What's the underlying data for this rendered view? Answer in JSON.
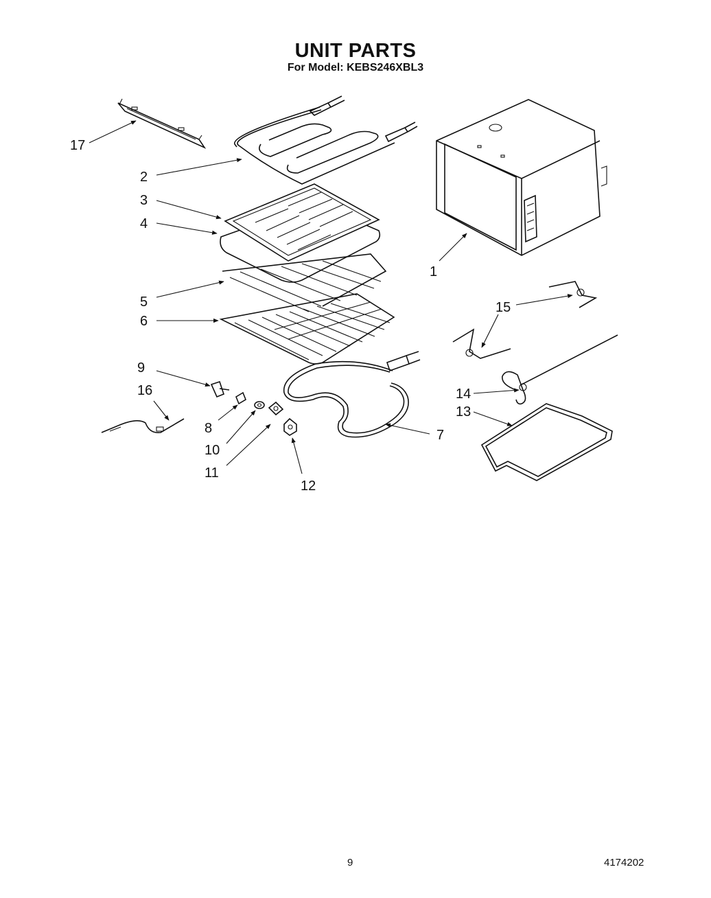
{
  "title": "UNIT PARTS",
  "subtitle": "For Model: KEBS246XBL3",
  "footer": {
    "page_number": "9",
    "document_number": "4174202"
  },
  "callouts": [
    {
      "id": "1",
      "label": "1"
    },
    {
      "id": "2",
      "label": "2"
    },
    {
      "id": "3",
      "label": "3"
    },
    {
      "id": "4",
      "label": "4"
    },
    {
      "id": "5",
      "label": "5"
    },
    {
      "id": "6",
      "label": "6"
    },
    {
      "id": "7",
      "label": "7"
    },
    {
      "id": "8",
      "label": "8"
    },
    {
      "id": "9",
      "label": "9"
    },
    {
      "id": "10",
      "label": "10"
    },
    {
      "id": "11",
      "label": "11"
    },
    {
      "id": "12",
      "label": "12"
    },
    {
      "id": "13",
      "label": "13"
    },
    {
      "id": "14",
      "label": "14"
    },
    {
      "id": "15",
      "label": "15"
    },
    {
      "id": "16",
      "label": "16"
    },
    {
      "id": "17",
      "label": "17"
    }
  ]
}
